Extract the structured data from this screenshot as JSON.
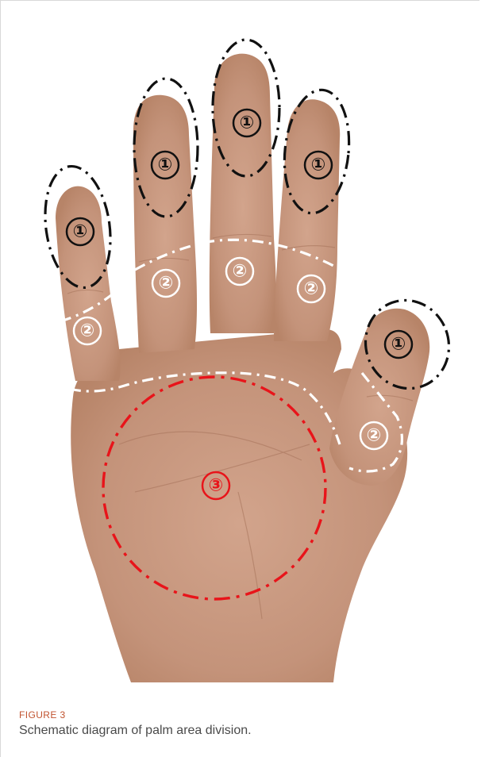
{
  "figure": {
    "label": "FIGURE 3",
    "caption": "Schematic diagram of palm area division.",
    "colors": {
      "skin": "#c99a82",
      "skin_dark": "#b8846c",
      "zone1": "#111111",
      "zone2": "#ffffff",
      "zone3": "#e8141a"
    }
  },
  "zones": {
    "one": "①",
    "two": "②",
    "three": "③"
  }
}
